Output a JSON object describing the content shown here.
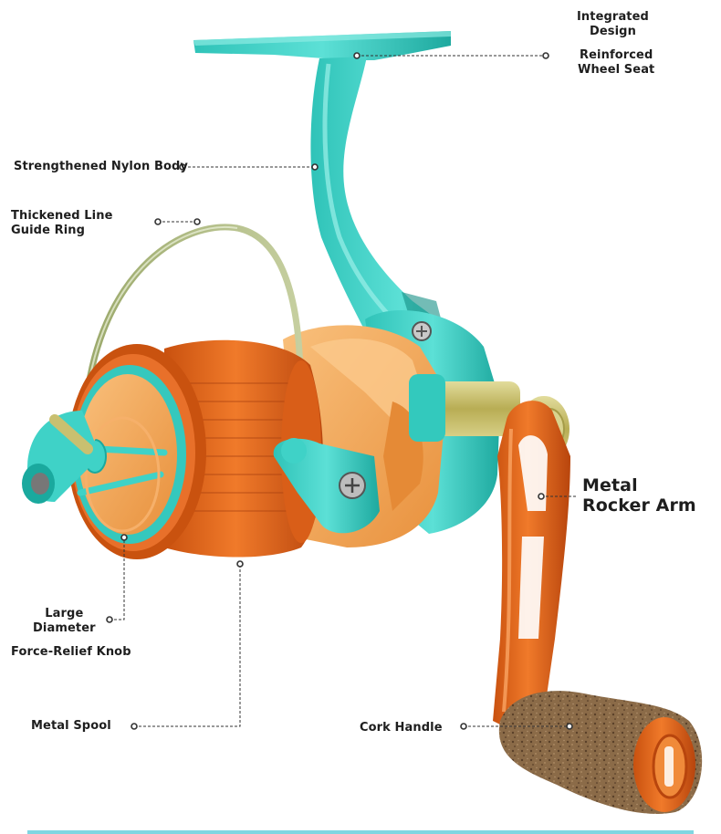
{
  "labels": {
    "integrated_design": [
      "Integrated",
      "Design"
    ],
    "reinforced_wheel_seat": [
      "Reinforced",
      "Wheel Seat"
    ],
    "strengthened_nylon_body": "Strengthened Nylon Body",
    "thickened_line_guide_ring": [
      "Thickened Line",
      "Guide Ring"
    ],
    "metal_rocker_arm": [
      "Metal",
      "Rocker Arm"
    ],
    "large_diameter": [
      "Large",
      "Diameter"
    ],
    "force_relief_knob": "Force-Relief Knob",
    "metal_spool": "Metal Spool",
    "cork_handle": "Cork Handle"
  },
  "colors": {
    "teal": "#3fd2c7",
    "teal_dark": "#1aa99e",
    "orange": "#e86a1e",
    "orange_dark": "#b8450d",
    "peach": "#f4a35a",
    "peach_light": "#f9bf7a",
    "gold": "#c9c070",
    "cork": "#8a6a4a",
    "line": "#333333"
  },
  "icons": {
    "reel": "spinning-reel-illustration"
  }
}
